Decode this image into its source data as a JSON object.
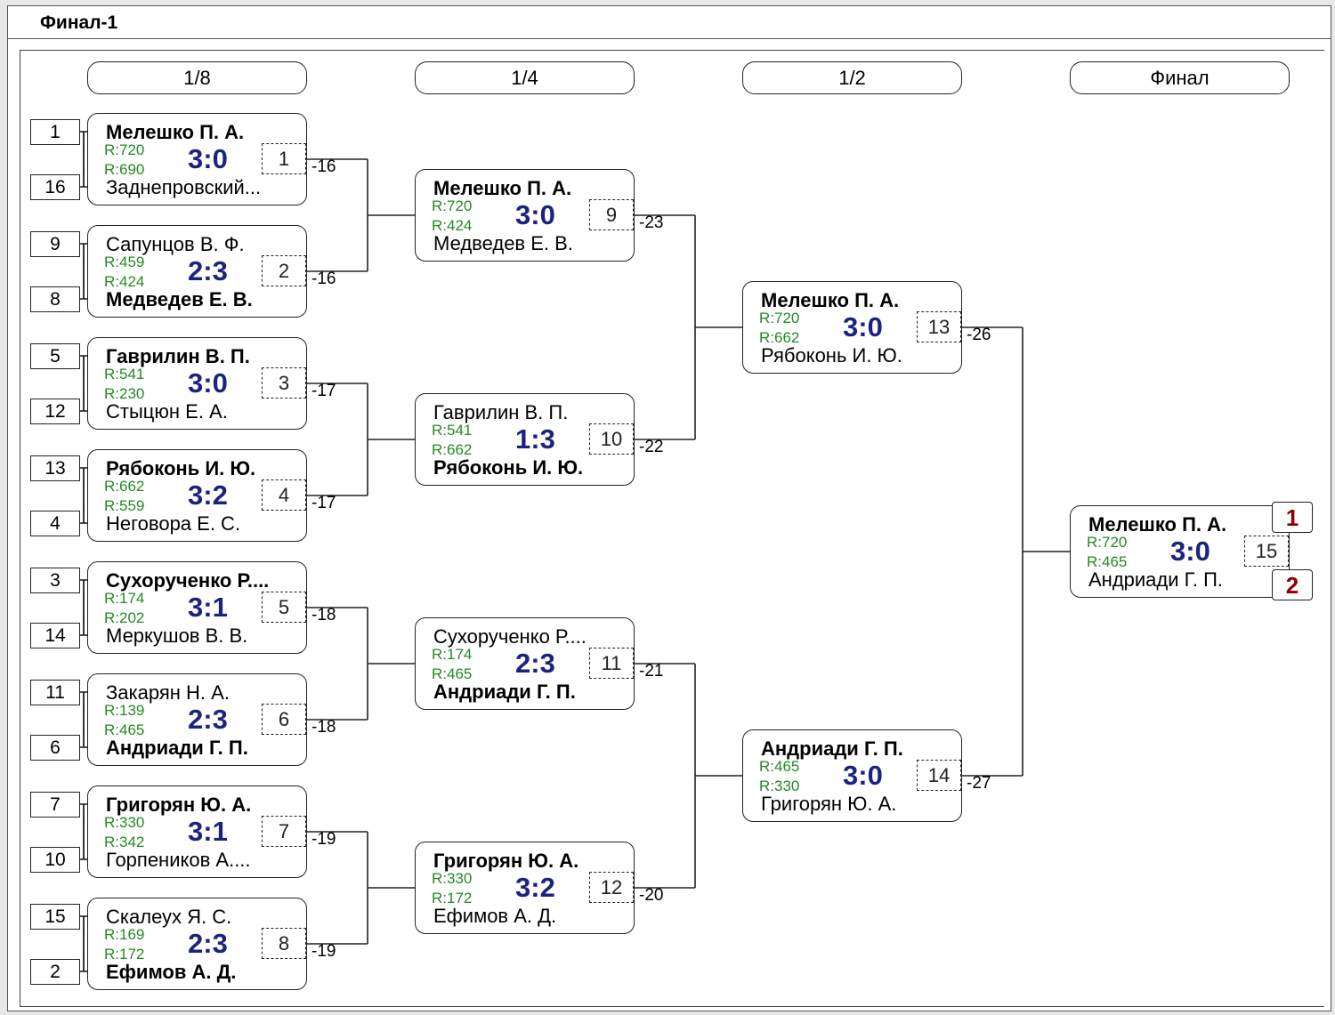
{
  "title": "Финал-1",
  "rounds": [
    "1/8",
    "1/4",
    "1/2",
    "Финал"
  ],
  "seeds": [
    "1",
    "16",
    "9",
    "8",
    "5",
    "12",
    "13",
    "4",
    "3",
    "14",
    "11",
    "6",
    "7",
    "10",
    "15",
    "2"
  ],
  "matches": [
    {
      "num": "1",
      "p1": "Мелешко П. А.",
      "r1": "R:720",
      "p2": "Заднепровский...",
      "r2": "R:690",
      "score": "3:0",
      "winner": 1,
      "loser_goes": "-16"
    },
    {
      "num": "2",
      "p1": "Сапунцов В. Ф.",
      "r1": "R:459",
      "p2": "Медведев Е. В.",
      "r2": "R:424",
      "score": "2:3",
      "winner": 2,
      "loser_goes": "-16"
    },
    {
      "num": "3",
      "p1": "Гаврилин В. П.",
      "r1": "R:541",
      "p2": "Стыцюн Е. А.",
      "r2": "R:230",
      "score": "3:0",
      "winner": 1,
      "loser_goes": "-17"
    },
    {
      "num": "4",
      "p1": "Рябоконь И. Ю.",
      "r1": "R:662",
      "p2": "Неговора Е. С.",
      "r2": "R:559",
      "score": "3:2",
      "winner": 1,
      "loser_goes": "-17"
    },
    {
      "num": "5",
      "p1": "Сухорученко Р....",
      "r1": "R:174",
      "p2": "Меркушов В. В.",
      "r2": "R:202",
      "score": "3:1",
      "winner": 1,
      "loser_goes": "-18"
    },
    {
      "num": "6",
      "p1": "Закарян Н. А.",
      "r1": "R:139",
      "p2": "Андриади Г. П.",
      "r2": "R:465",
      "score": "2:3",
      "winner": 2,
      "loser_goes": "-18"
    },
    {
      "num": "7",
      "p1": "Григорян Ю. А.",
      "r1": "R:330",
      "p2": "Горпеников А....",
      "r2": "R:342",
      "score": "3:1",
      "winner": 1,
      "loser_goes": "-19"
    },
    {
      "num": "8",
      "p1": "Скалеух Я. С.",
      "r1": "R:169",
      "p2": "Ефимов А. Д.",
      "r2": "R:172",
      "score": "2:3",
      "winner": 2,
      "loser_goes": "-19"
    },
    {
      "num": "9",
      "p1": "Мелешко П. А.",
      "r1": "R:720",
      "p2": "Медведев Е. В.",
      "r2": "R:424",
      "score": "3:0",
      "winner": 1,
      "loser_goes": "-23"
    },
    {
      "num": "10",
      "p1": "Гаврилин В. П.",
      "r1": "R:541",
      "p2": "Рябоконь И. Ю.",
      "r2": "R:662",
      "score": "1:3",
      "winner": 2,
      "loser_goes": "-22"
    },
    {
      "num": "11",
      "p1": "Сухорученко Р....",
      "r1": "R:174",
      "p2": "Андриади Г. П.",
      "r2": "R:465",
      "score": "2:3",
      "winner": 2,
      "loser_goes": "-21"
    },
    {
      "num": "12",
      "p1": "Григорян Ю. А.",
      "r1": "R:330",
      "p2": "Ефимов А. Д.",
      "r2": "R:172",
      "score": "3:2",
      "winner": 1,
      "loser_goes": "-20"
    },
    {
      "num": "13",
      "p1": "Мелешко П. А.",
      "r1": "R:720",
      "p2": "Рябоконь И. Ю.",
      "r2": "R:662",
      "score": "3:0",
      "winner": 1,
      "loser_goes": "-26"
    },
    {
      "num": "14",
      "p1": "Андриади Г. П.",
      "r1": "R:465",
      "p2": "Григорян Ю. А.",
      "r2": "R:330",
      "score": "3:0",
      "winner": 1,
      "loser_goes": "-27"
    },
    {
      "num": "15",
      "p1": "Мелешко П. А.",
      "r1": "R:720",
      "p2": "Андриади Г. П.",
      "r2": "R:465",
      "score": "3:0",
      "winner": 1,
      "loser_goes": ""
    }
  ],
  "places": [
    "1",
    "2"
  ],
  "colors": {
    "score": "#1a237e",
    "rating": "#228b22",
    "place": "#8b0000"
  }
}
